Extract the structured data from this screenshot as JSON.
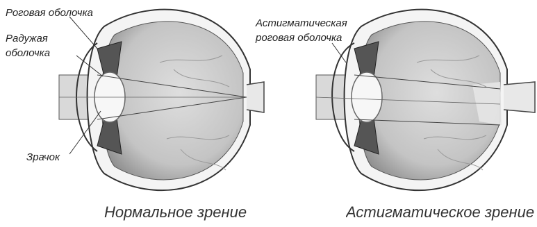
{
  "labels": {
    "cornea": "Роговая оболочка",
    "iris_line1": "Радужая",
    "iris_line2": "оболочка",
    "pupil": "Зрачок",
    "astig_cornea_line1": "Астигматическая",
    "astig_cornea_line2": "роговая оболочка"
  },
  "captions": {
    "normal": "Нормальное зрение",
    "astigmatic": "Астигматическое зрение"
  },
  "colors": {
    "eyeball": "#cfcfcf",
    "shading": "#9a9a9a",
    "outline": "#3a3a3a",
    "text": "#222222"
  }
}
